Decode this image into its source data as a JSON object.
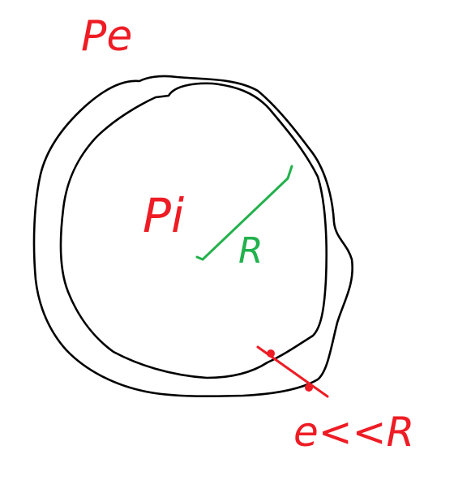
{
  "colors": {
    "background": "#ffffff",
    "wall": "#000000",
    "pressure": "#ee1c24",
    "radius": "#22b14c"
  },
  "labels": {
    "external_pressure": "Pe",
    "internal_pressure": "Pi",
    "radius": "R",
    "wall_thickness": "e<<R"
  }
}
